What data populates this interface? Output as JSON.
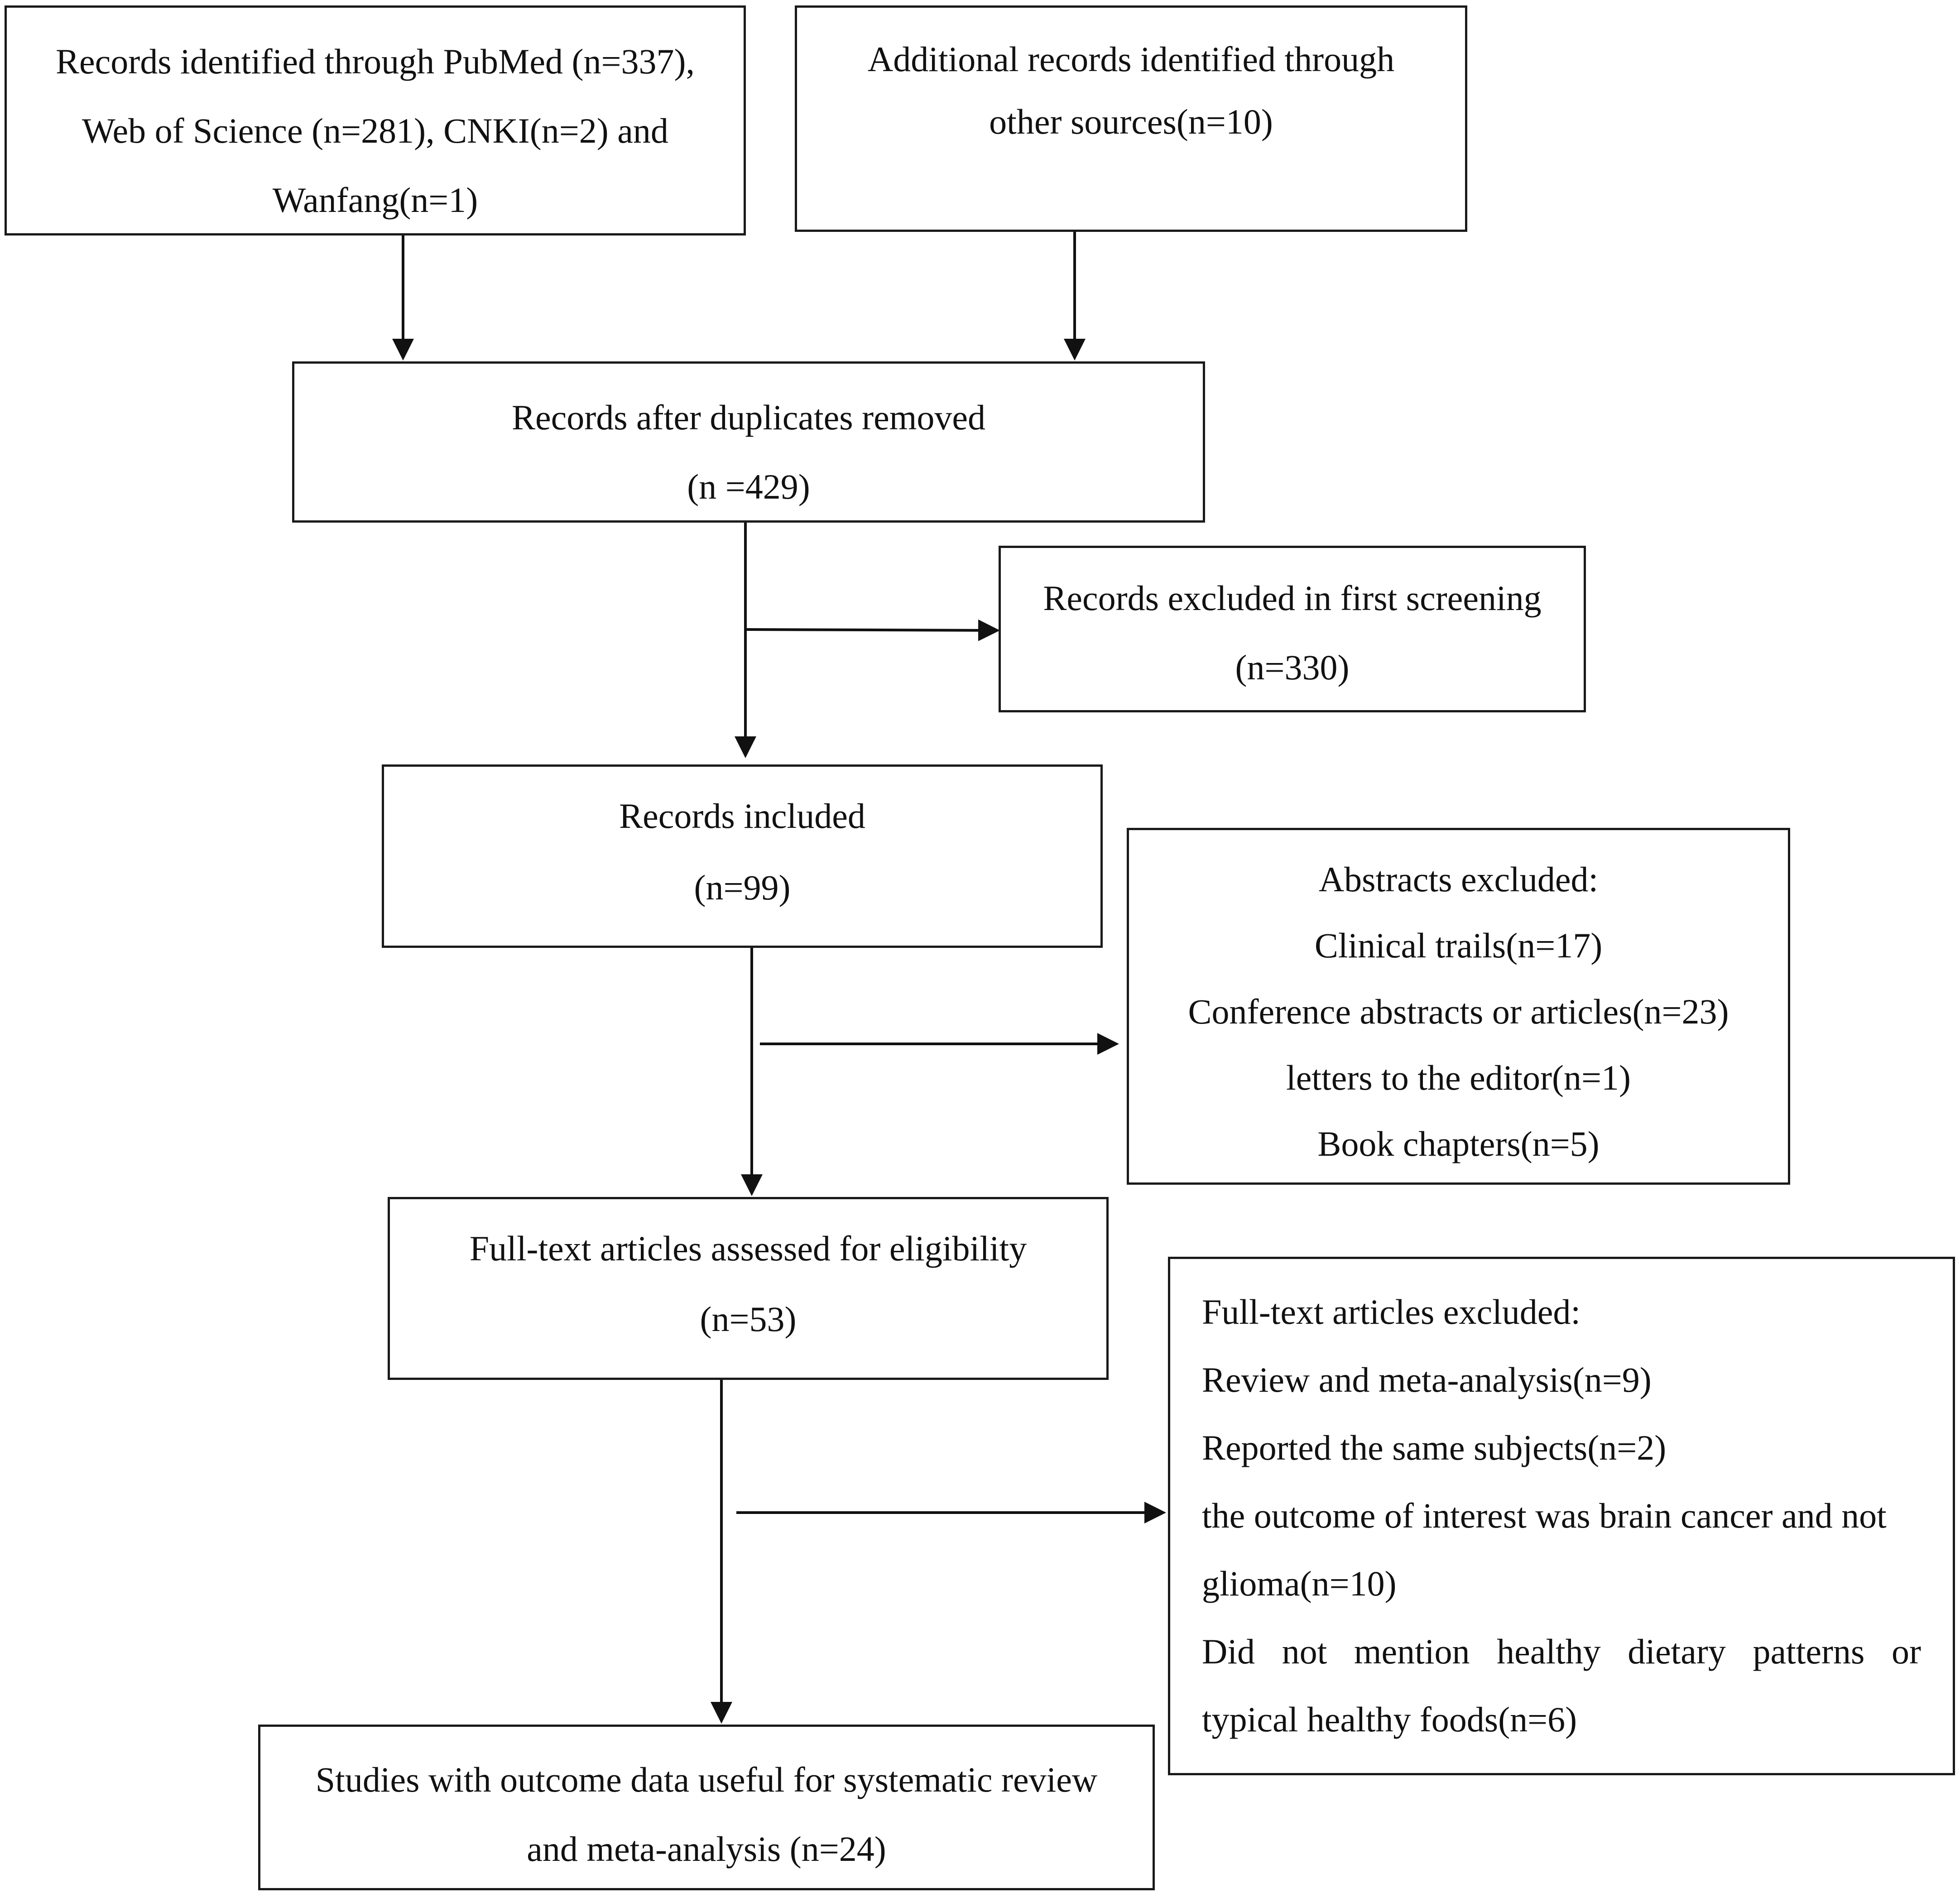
{
  "boxes": {
    "pubmed": {
      "lines": [
        "Records identified through PubMed (n=337),",
        "Web of Science (n=281), CNKI(n=2) and",
        "Wanfang(n=1)"
      ]
    },
    "other_sources": {
      "lines": [
        "Additional records identified through",
        "other sources(n=10)"
      ]
    },
    "after_duplicates": {
      "lines": [
        "Records after duplicates removed",
        "(n =429)"
      ]
    },
    "first_screening": {
      "lines": [
        "Records excluded in first screening",
        "(n=330)"
      ]
    },
    "included": {
      "lines": [
        "Records included",
        "(n=99)"
      ]
    },
    "abstracts_excluded": {
      "lines": [
        "Abstracts excluded:",
        "Clinical trails(n=17)",
        "Conference abstracts or articles(n=23)",
        "letters to the editor(n=1)",
        "Book chapters(n=5)"
      ]
    },
    "full_text_assessed": {
      "lines": [
        "Full-text articles assessed for eligibility",
        "(n=53)"
      ]
    },
    "full_text_excluded": {
      "lines": [
        "Full-text articles excluded:",
        "Review and meta-analysis(n=9)",
        "Reported the same subjects(n=2)",
        "the outcome of interest was brain cancer and not",
        "glioma(n=10)",
        "Did not mention healthy dietary patterns or",
        "typical healthy foods(n=6)"
      ]
    },
    "final": {
      "lines": [
        "Studies with outcome data useful for systematic review",
        "and meta-analysis (n=24)"
      ]
    }
  }
}
